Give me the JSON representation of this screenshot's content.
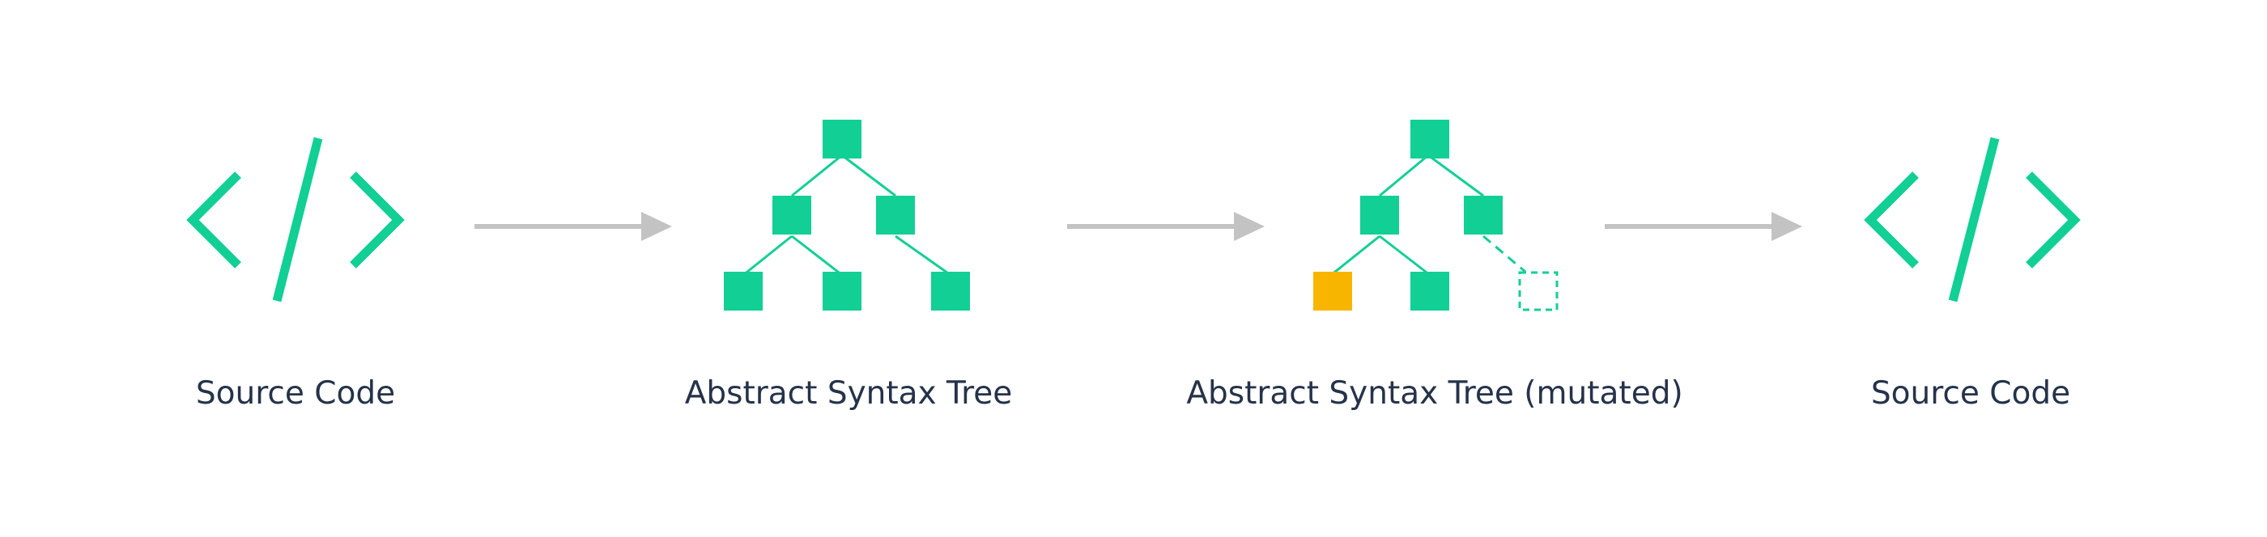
{
  "stages": [
    {
      "label": "Source Code",
      "icon": "code-brackets-icon"
    },
    {
      "label": "Abstract Syntax Tree",
      "icon": "tree-icon"
    },
    {
      "label": "Abstract Syntax Tree (mutated)",
      "icon": "mutated-tree-icon"
    },
    {
      "label": "Source Code",
      "icon": "code-brackets-icon"
    }
  ],
  "connectors": [
    "arrow-right-icon",
    "arrow-right-icon",
    "arrow-right-icon"
  ],
  "colors": {
    "node": "#11cf95",
    "mutated_node": "#f7b500",
    "arrow": "#c3c3c3",
    "label_text": "#25324a",
    "background": "#ffffff"
  }
}
